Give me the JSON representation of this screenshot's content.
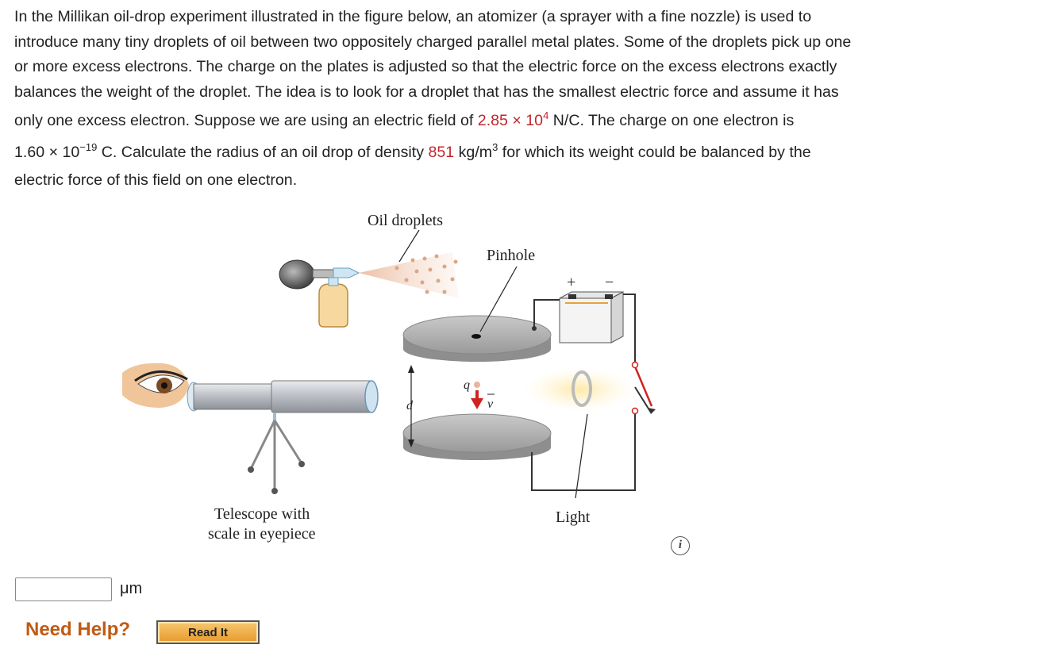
{
  "problem": {
    "lines": [
      "In the Millikan oil-drop experiment illustrated in the figure below, an atomizer (a sprayer with a fine nozzle) is used to",
      "introduce many tiny droplets of oil between two oppositely charged parallel metal plates. Some of the droplets pick up one",
      "or more excess electrons. The charge on the plates is adjusted so that the electric force on the excess electrons exactly",
      "balances the weight of the droplet. The idea is to look for a droplet that has the smallest electric force and assume it has"
    ],
    "line5_a": "only one excess electron. Suppose we are using an electric field of ",
    "field_mantissa": "2.85",
    "times_ten": " × 10",
    "field_exponent": "4",
    "line5_b": " N/C. The charge on one electron is",
    "charge_text": "1.60 × 10",
    "charge_exponent": "−19",
    "line6_a": " C. Calculate the radius of an oil drop of density ",
    "density": "851",
    "density_unit": " kg/m",
    "density_exponent": "3",
    "line6_b": " for which its weight could be balanced by the",
    "line7": "electric force of this field on one electron.",
    "value_color": "#c0262c"
  },
  "figure": {
    "labels": {
      "oil_droplets": "Oil droplets",
      "pinhole": "Pinhole",
      "telescope_line1": "Telescope with",
      "telescope_line2": "scale in eyepiece",
      "light": "Light",
      "plus": "+",
      "minus": "−",
      "q": "q",
      "d": "d",
      "v": "v"
    }
  },
  "info_icon": {
    "symbol": "i"
  },
  "answer": {
    "value": "",
    "unit": "μm"
  },
  "help": {
    "label": "Need Help?",
    "read_it": "Read It"
  }
}
